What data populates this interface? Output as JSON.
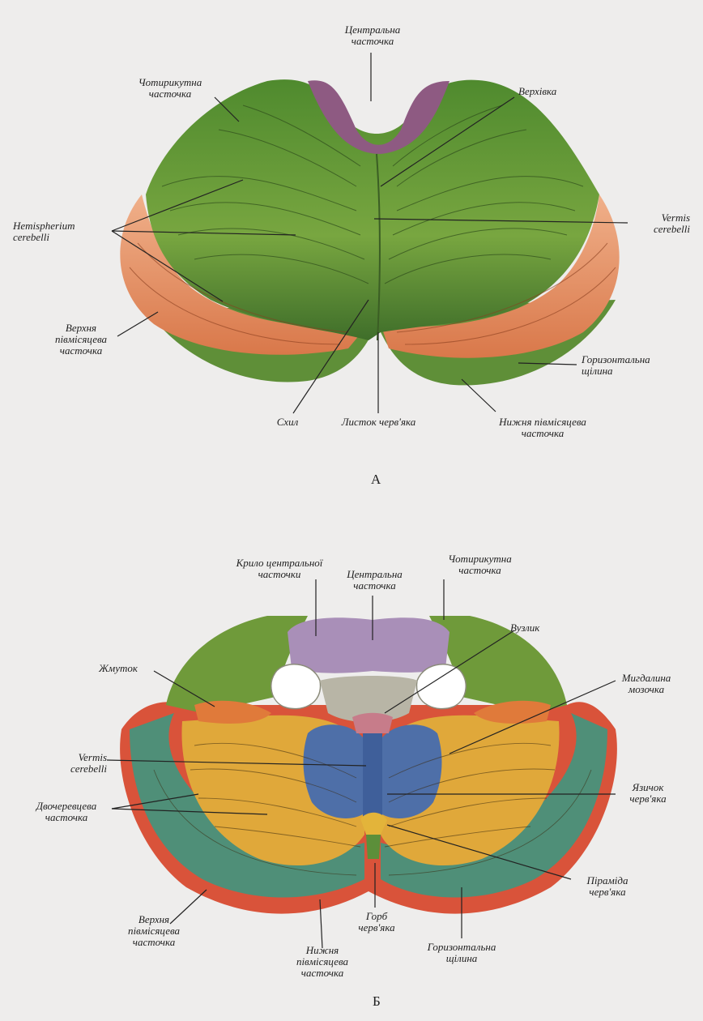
{
  "figure_a": {
    "caption": "А",
    "labels": {
      "central_lobule": "Центральна\nчасточка",
      "quadrangular_lobule": "Чотирикутна\nчасточка",
      "culmen": "Верхівка",
      "hemispherium": "Hemispherium\ncerebelli",
      "vermis": "Vermis\ncerebelli",
      "superior_semilunar": "Верхня\nпівмісяцева\nчасточка",
      "horizontal_fissure": "Горизонтальна\nщілина",
      "declive": "Схил",
      "folium": "Листок черв'яка",
      "inferior_semilunar": "Нижня півмісяцева\nчасточка"
    }
  },
  "figure_b": {
    "caption": "Б",
    "labels": {
      "wing_central_lobule": "Крило центральної\nчасточки",
      "central_lobule": "Центральна\nчасточка",
      "quadrangular_lobule": "Чотирикутна\nчасточка",
      "nodulus": "Вузлик",
      "flocculus": "Жмуток",
      "tonsil": "Мигдалина\nмозочка",
      "vermis": "Vermis\ncerebelli",
      "uvula": "Язичок\nчерв'яка",
      "biventral_lobule": "Двочеревцева\nчасточка",
      "pyramid": "Піраміда\nчерв'яка",
      "superior_semilunar": "Верхня\nпівмісяцева\nчасточка",
      "tuber": "Горб\nчерв'яка",
      "inferior_semilunar": "Нижня\nпівмісяцева\nчасточка",
      "horizontal_fissure": "Горизонтальна\nщілина"
    }
  },
  "colors": {
    "hemisphere_green": "#6f9a3a",
    "lobule_orange": "#e89a6a",
    "central_purple": "#8e5a82",
    "biventral_yellow": "#e0a83a",
    "tonsil_blue": "#4e6fa8",
    "teal_green": "#4f8f78",
    "edge_red": "#d9533a",
    "lilac": "#a98fb8"
  }
}
